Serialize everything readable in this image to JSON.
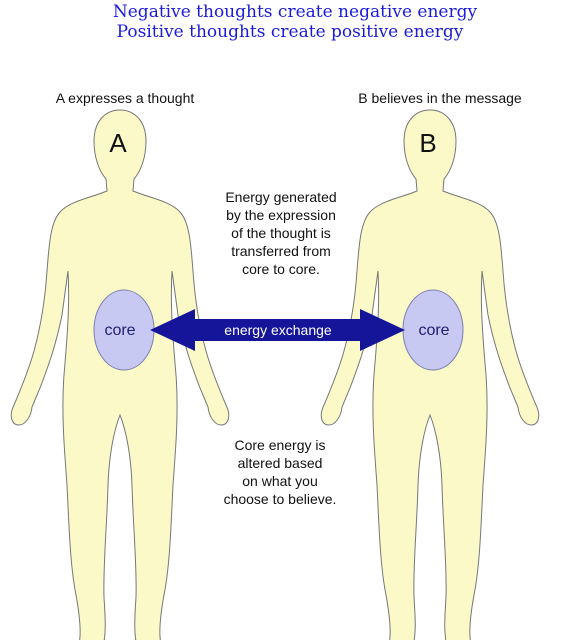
{
  "heading": {
    "line1": "Negative thoughts create negative energy",
    "line2": "Positive  thoughts create positive energy"
  },
  "person_a": {
    "caption": "A expresses a thought",
    "letter": "A",
    "core_label": "core"
  },
  "person_b": {
    "caption": "B believes in the message",
    "letter": "B",
    "core_label": "core"
  },
  "arrow": {
    "label": "energy exchange"
  },
  "note_top": [
    "Energy generated",
    "by the expression",
    "of the thought is",
    "transferred from",
    "core to core."
  ],
  "note_bottom": [
    "Core energy is",
    "altered based",
    "on what you",
    "choose to believe."
  ],
  "colors": {
    "heading": "#1a1adb",
    "body": "#fbf9c8",
    "core": "#c7c9f3",
    "arrow": "#15159a"
  }
}
